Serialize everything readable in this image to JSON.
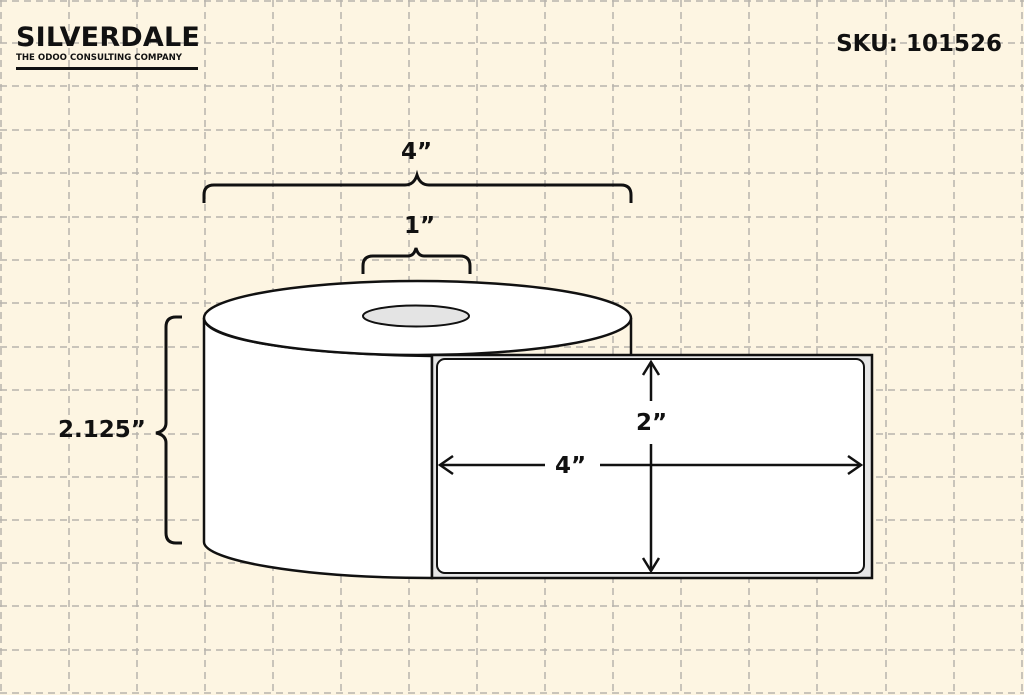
{
  "brand": {
    "name": "SILVERDALE",
    "tagline": "THE ODOO CONSULTING COMPANY"
  },
  "sku": "SKU: 101526",
  "colors": {
    "background": "#fdf5e2",
    "grid": "#b8b4ad",
    "ink": "#111111",
    "roll_fill": "#ffffff",
    "core_fill": "#e4e4e4",
    "liner_fill": "#e6e6e6"
  },
  "dimensions": {
    "roll_width": "4”",
    "core_diameter": "1”",
    "roll_height": "2.125”",
    "label_width": "4”",
    "label_height": "2”"
  }
}
